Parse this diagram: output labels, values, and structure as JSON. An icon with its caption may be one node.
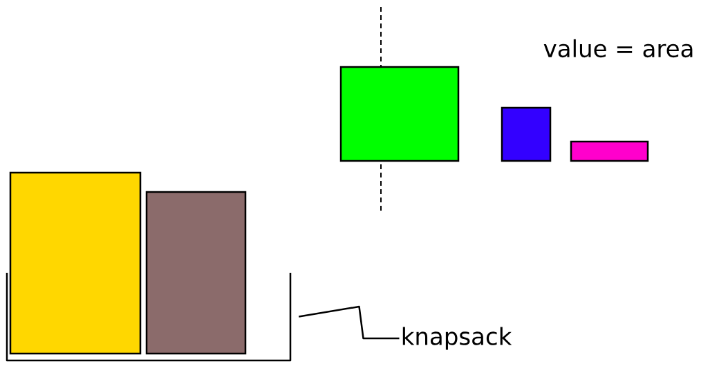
{
  "diagram": {
    "nodes": [
      {
        "text": [],
        "shape": "box"
      },
      {
        "text": [],
        "shape": "box"
      },
      {
        "text": [],
        "shape": "box"
      },
      {
        "text": [],
        "shape": "box"
      },
      {
        "text": [],
        "shape": "box"
      },
      {
        "text": [],
        "shape": "box"
      },
      {
        "text": [
          "knapsack"
        ]
      }
    ],
    "edges": [
      {
        "from": 6,
        "to": 0,
        "arrow": "none"
      }
    ],
    "labels": [
      "value = area"
    ]
  }
}
